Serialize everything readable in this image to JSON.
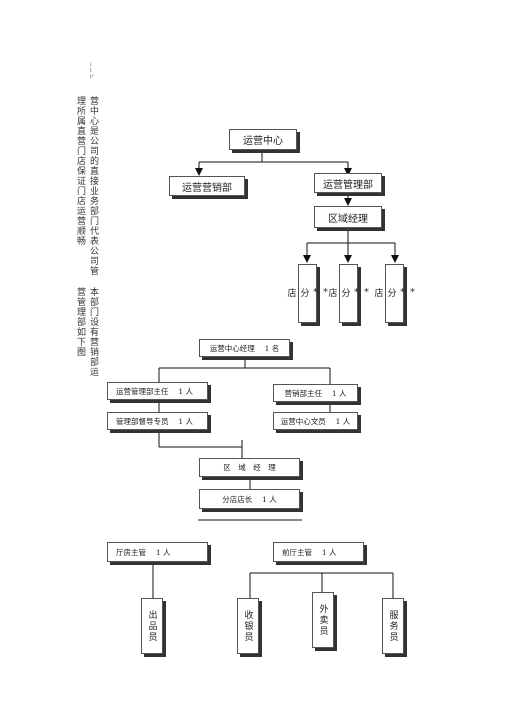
{
  "side_note": {
    "marks": [
      "i",
      "ı̃",
      "ḷ⁴"
    ],
    "para1": "营中心是公司的直接业务部门代表公司管理所属直营门店保证门店运营顺畅",
    "para2": "本部门设有营销部运营管理部如下图"
  },
  "chart1": {
    "root": "运营中心",
    "marketing": "运营营销部",
    "management": "运营管理部",
    "regional": "区域经理",
    "branches": [
      "*\n*\n分\n店",
      "*\n*\n分\n店",
      "*\n*\n分\n店"
    ]
  },
  "chart2": {
    "top": "运营中心经理　 1 名",
    "mgmt_supervisor": "运营管理部主任　 1 人",
    "mgmt_supervisor_staff": "管理部督导专员　 1 人",
    "marketing_supervisor": "营销部主任　 1 人",
    "clerk": "运营中心文员　 1 人",
    "regional": "区　域　经　理",
    "store_manager": "分店店长　 1 人",
    "kitchen": "厅房主管　 1 人",
    "front": "前厅主管　 1 人",
    "staff": [
      "出品员",
      "收银员",
      "外卖员",
      "服务员"
    ]
  }
}
